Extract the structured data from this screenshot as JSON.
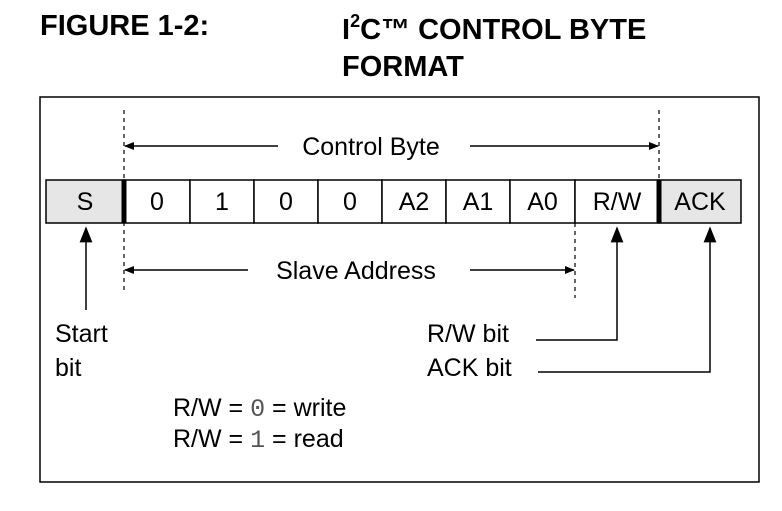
{
  "header": {
    "figure_number": "FIGURE 1-2:",
    "title_i": "I",
    "title_sup": "2",
    "title_rest": "C™ CONTROL BYTE",
    "title_line2": "FORMAT"
  },
  "diagram": {
    "control_byte_label": "Control Byte",
    "slave_address_label": "Slave Address",
    "cells": [
      "S",
      "0",
      "1",
      "0",
      "0",
      "A2",
      "A1",
      "A0",
      "R/W",
      "ACK"
    ],
    "start_bit_label": [
      "Start",
      "bit"
    ],
    "rw_bit_label": "R/W bit",
    "ack_bit_label": "ACK bit",
    "legend": [
      {
        "prefix": "R/W = ",
        "value": "0",
        "suffix": " = write"
      },
      {
        "prefix": "R/W = ",
        "value": "1",
        "suffix": " = read"
      }
    ],
    "colors": {
      "shaded_cell": "#e6e6e6",
      "line": "#000000"
    }
  }
}
